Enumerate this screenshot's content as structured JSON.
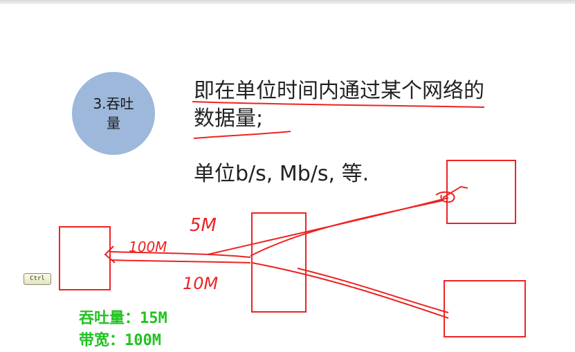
{
  "slide": {
    "circle_line1": "3.吞吐",
    "circle_line2": "量",
    "description_line1": "即在单位时间内通过某个网络的",
    "description_line2": "数据量;",
    "unit_text": "单位b/s, Mb/s, 等."
  },
  "annotations": {
    "label_5m": "5M",
    "label_100m": "100M",
    "label_10m": "10M"
  },
  "overlay": {
    "ctrl_key": "Ctrl",
    "throughput_text": "吞吐量：15M",
    "bandwidth_text": "带宽：100M"
  },
  "colors": {
    "circle": "#9db8da",
    "ink": "#ee2222",
    "overlay_text": "#22c222"
  }
}
